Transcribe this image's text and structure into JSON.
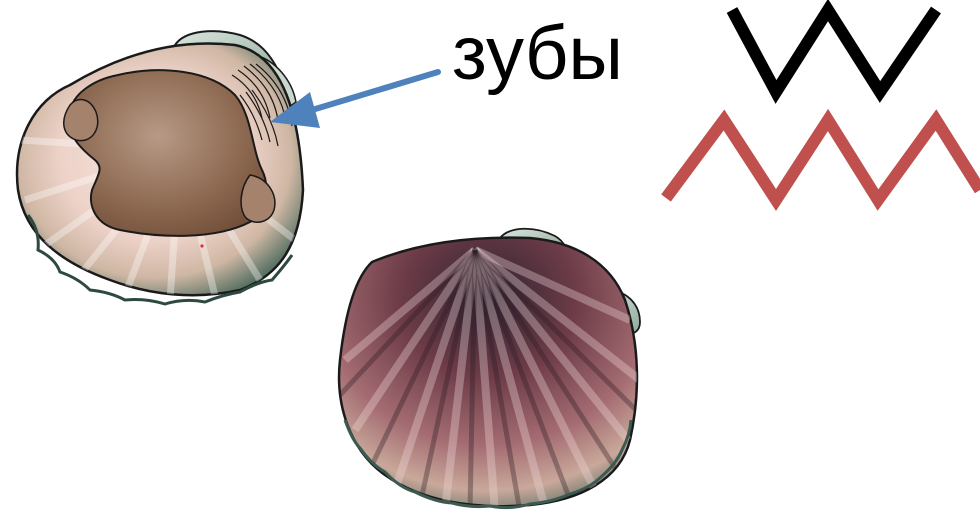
{
  "labels": {
    "teeth": "зубы"
  },
  "colors": {
    "background": "#ffffff",
    "arrow": "#4f81bd",
    "zigzag_top": "#000000",
    "zigzag_bottom": "#c0504d",
    "shell_outline": "#1a1a1a",
    "muscle_scar": "#8a6247",
    "shell_interior": "#f1dcd3",
    "shell_exterior_dark": "#5a2f37"
  },
  "icons": {
    "inner_shell": "open-shell-valve-inside-view",
    "outer_shell": "closed-shell-valve-outside-view",
    "arrow": "arrow-pointer",
    "zigzag_top": "zigzag-line-tall",
    "zigzag_bottom": "zigzag-line-regular"
  }
}
